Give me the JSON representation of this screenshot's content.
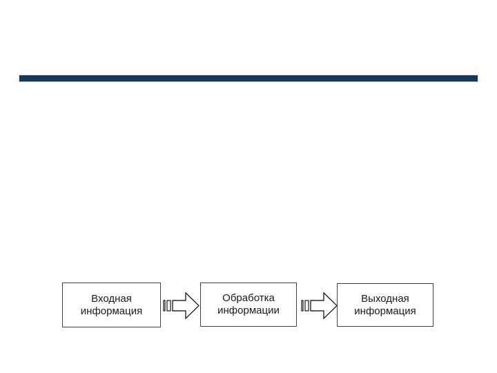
{
  "slide": {
    "background_color": "#ffffff",
    "divider_color": "#133a5c"
  },
  "flow_diagram": {
    "boxes": [
      {
        "id": "input",
        "label": "Входная\nинформация"
      },
      {
        "id": "processing",
        "label": "Обработка\nинформации"
      },
      {
        "id": "output",
        "label": "Выходная\nинформация"
      }
    ],
    "connector_icon": "striped-right-arrow",
    "connector_fill": "#ffffff",
    "connector_stroke": "#000000",
    "box_border_color": "#3f3f3f"
  }
}
